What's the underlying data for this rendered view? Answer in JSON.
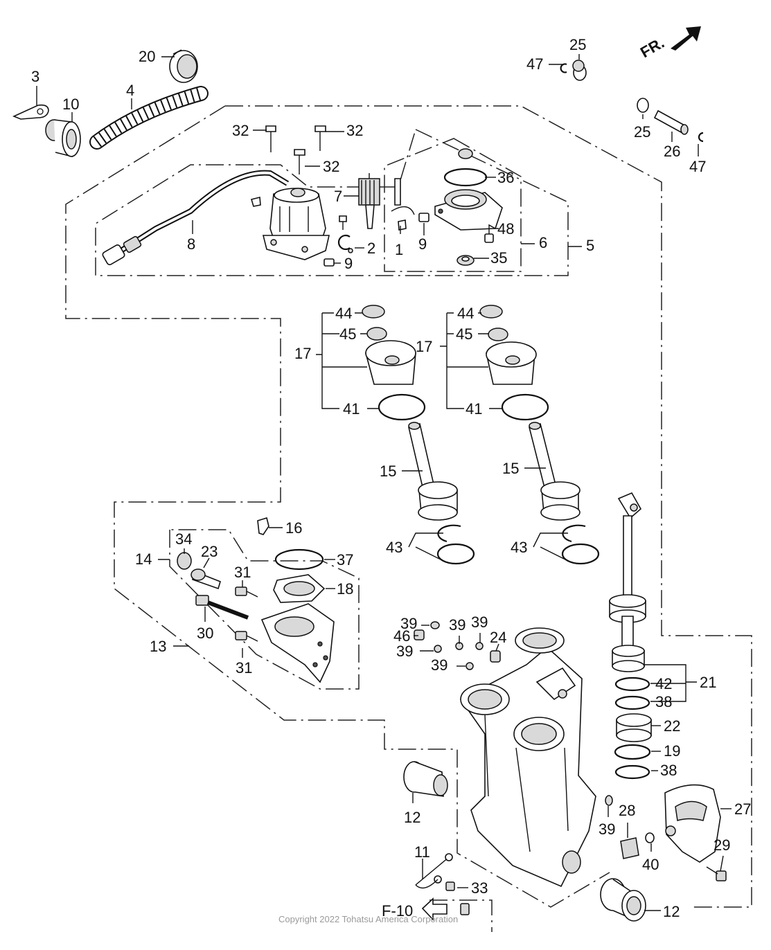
{
  "diagram": {
    "direction_label": "FR.",
    "copyright": "Copyright 2022 Tohatsu America Corporation",
    "reference": {
      "label": "F-10"
    },
    "callouts": [
      {
        "text": "1"
      },
      {
        "text": "2"
      },
      {
        "text": "3"
      },
      {
        "text": "4"
      },
      {
        "text": "5"
      },
      {
        "text": "6"
      },
      {
        "text": "7"
      },
      {
        "text": "8"
      },
      {
        "text": "9"
      },
      {
        "text": "9"
      },
      {
        "text": "10"
      },
      {
        "text": "11"
      },
      {
        "text": "12"
      },
      {
        "text": "12"
      },
      {
        "text": "13"
      },
      {
        "text": "14"
      },
      {
        "text": "15"
      },
      {
        "text": "15"
      },
      {
        "text": "16"
      },
      {
        "text": "17"
      },
      {
        "text": "17"
      },
      {
        "text": "18"
      },
      {
        "text": "19"
      },
      {
        "text": "20"
      },
      {
        "text": "21"
      },
      {
        "text": "22"
      },
      {
        "text": "23"
      },
      {
        "text": "24"
      },
      {
        "text": "25"
      },
      {
        "text": "25"
      },
      {
        "text": "26"
      },
      {
        "text": "27"
      },
      {
        "text": "28"
      },
      {
        "text": "29"
      },
      {
        "text": "30"
      },
      {
        "text": "31"
      },
      {
        "text": "31"
      },
      {
        "text": "32"
      },
      {
        "text": "32"
      },
      {
        "text": "32"
      },
      {
        "text": "33"
      },
      {
        "text": "34"
      },
      {
        "text": "35"
      },
      {
        "text": "36"
      },
      {
        "text": "37"
      },
      {
        "text": "38"
      },
      {
        "text": "38"
      },
      {
        "text": "39"
      },
      {
        "text": "39"
      },
      {
        "text": "39"
      },
      {
        "text": "39"
      },
      {
        "text": "39"
      },
      {
        "text": "39"
      },
      {
        "text": "40"
      },
      {
        "text": "41"
      },
      {
        "text": "41"
      },
      {
        "text": "42"
      },
      {
        "text": "43"
      },
      {
        "text": "43"
      },
      {
        "text": "44"
      },
      {
        "text": "44"
      },
      {
        "text": "45"
      },
      {
        "text": "45"
      },
      {
        "text": "46"
      },
      {
        "text": "47"
      },
      {
        "text": "47"
      },
      {
        "text": "48"
      }
    ]
  }
}
